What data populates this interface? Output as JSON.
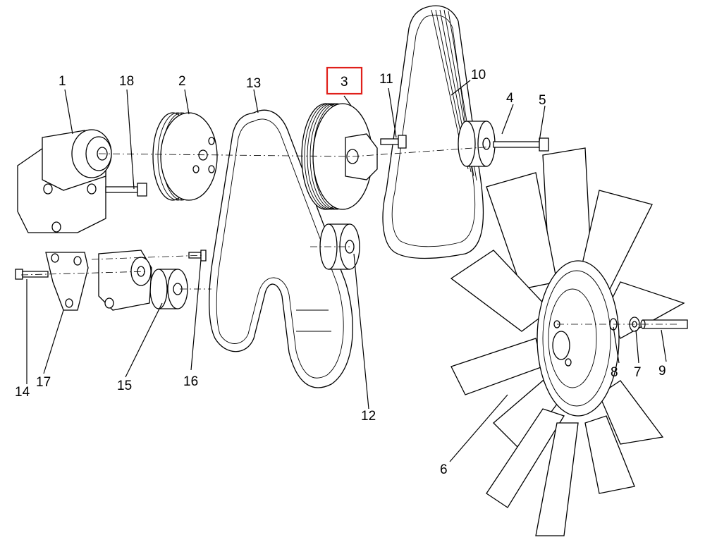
{
  "labels": {
    "p1": "1",
    "p2": "2",
    "p3": "3",
    "p4": "4",
    "p5": "5",
    "p6": "6",
    "p7": "7",
    "p8": "8",
    "p9": "9",
    "p10": "10",
    "p11": "11",
    "p12": "12",
    "p13": "13",
    "p14": "14",
    "p15": "15",
    "p16": "16",
    "p17": "17",
    "p18": "18"
  },
  "colors": {
    "highlight": "#e0201a",
    "line": "#000000"
  },
  "highlighted_part": "3"
}
